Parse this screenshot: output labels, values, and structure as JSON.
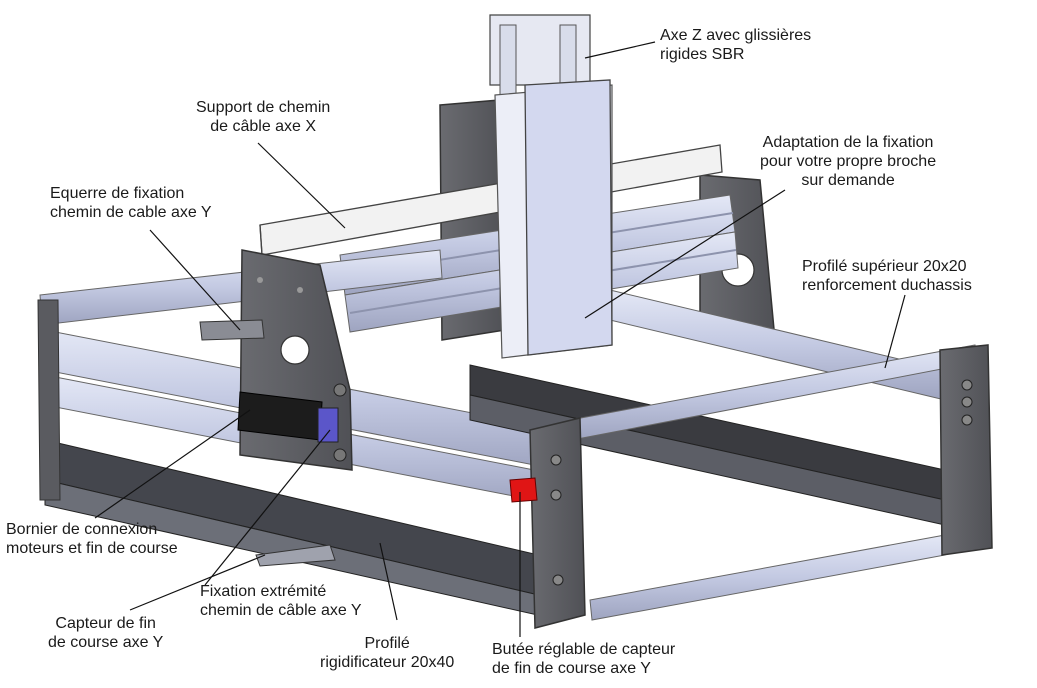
{
  "labels": {
    "z_axis": {
      "line1": "Axe Z avec glissières",
      "line2": "rigides SBR"
    },
    "cable_support_x": {
      "line1": "Support de chemin",
      "line2": "de câble axe X"
    },
    "spindle_mount": {
      "line1": "Adaptation de la fixation",
      "line2": "pour votre propre broche",
      "line3": "sur demande"
    },
    "bracket_y": {
      "line1": "Equerre de fixation",
      "line2": "chemin de cable axe Y"
    },
    "upper_profile": {
      "line1": "Profilé supérieur 20x20",
      "line2": "renforcement duchassis"
    },
    "terminal_block": {
      "line1": "Bornier de connexion",
      "line2": "moteurs et fin de course"
    },
    "end_fixing": {
      "line1": "Fixation extrémité",
      "line2": "chemin de câble axe Y"
    },
    "sensor_y": {
      "line1": "Capteur de fin",
      "line2": "de course axe Y"
    },
    "stiffener": {
      "line1": "Profilé",
      "line2": "rigidificateur 20x40"
    },
    "stop_y": {
      "line1": "Butée réglable de capteur",
      "line2": "de fin de course axe Y"
    }
  },
  "colors": {
    "aluminium": "#c9cfe6",
    "aluminium_dark": "#8d93ad",
    "plate": "#5c5d62",
    "plate_edge": "#3a3b3f",
    "z_plate": "#d3d8ef",
    "terminal": "#1c1c1c",
    "sensor": "#5b56c9",
    "stop": "#e01515",
    "leader": "#111111"
  }
}
